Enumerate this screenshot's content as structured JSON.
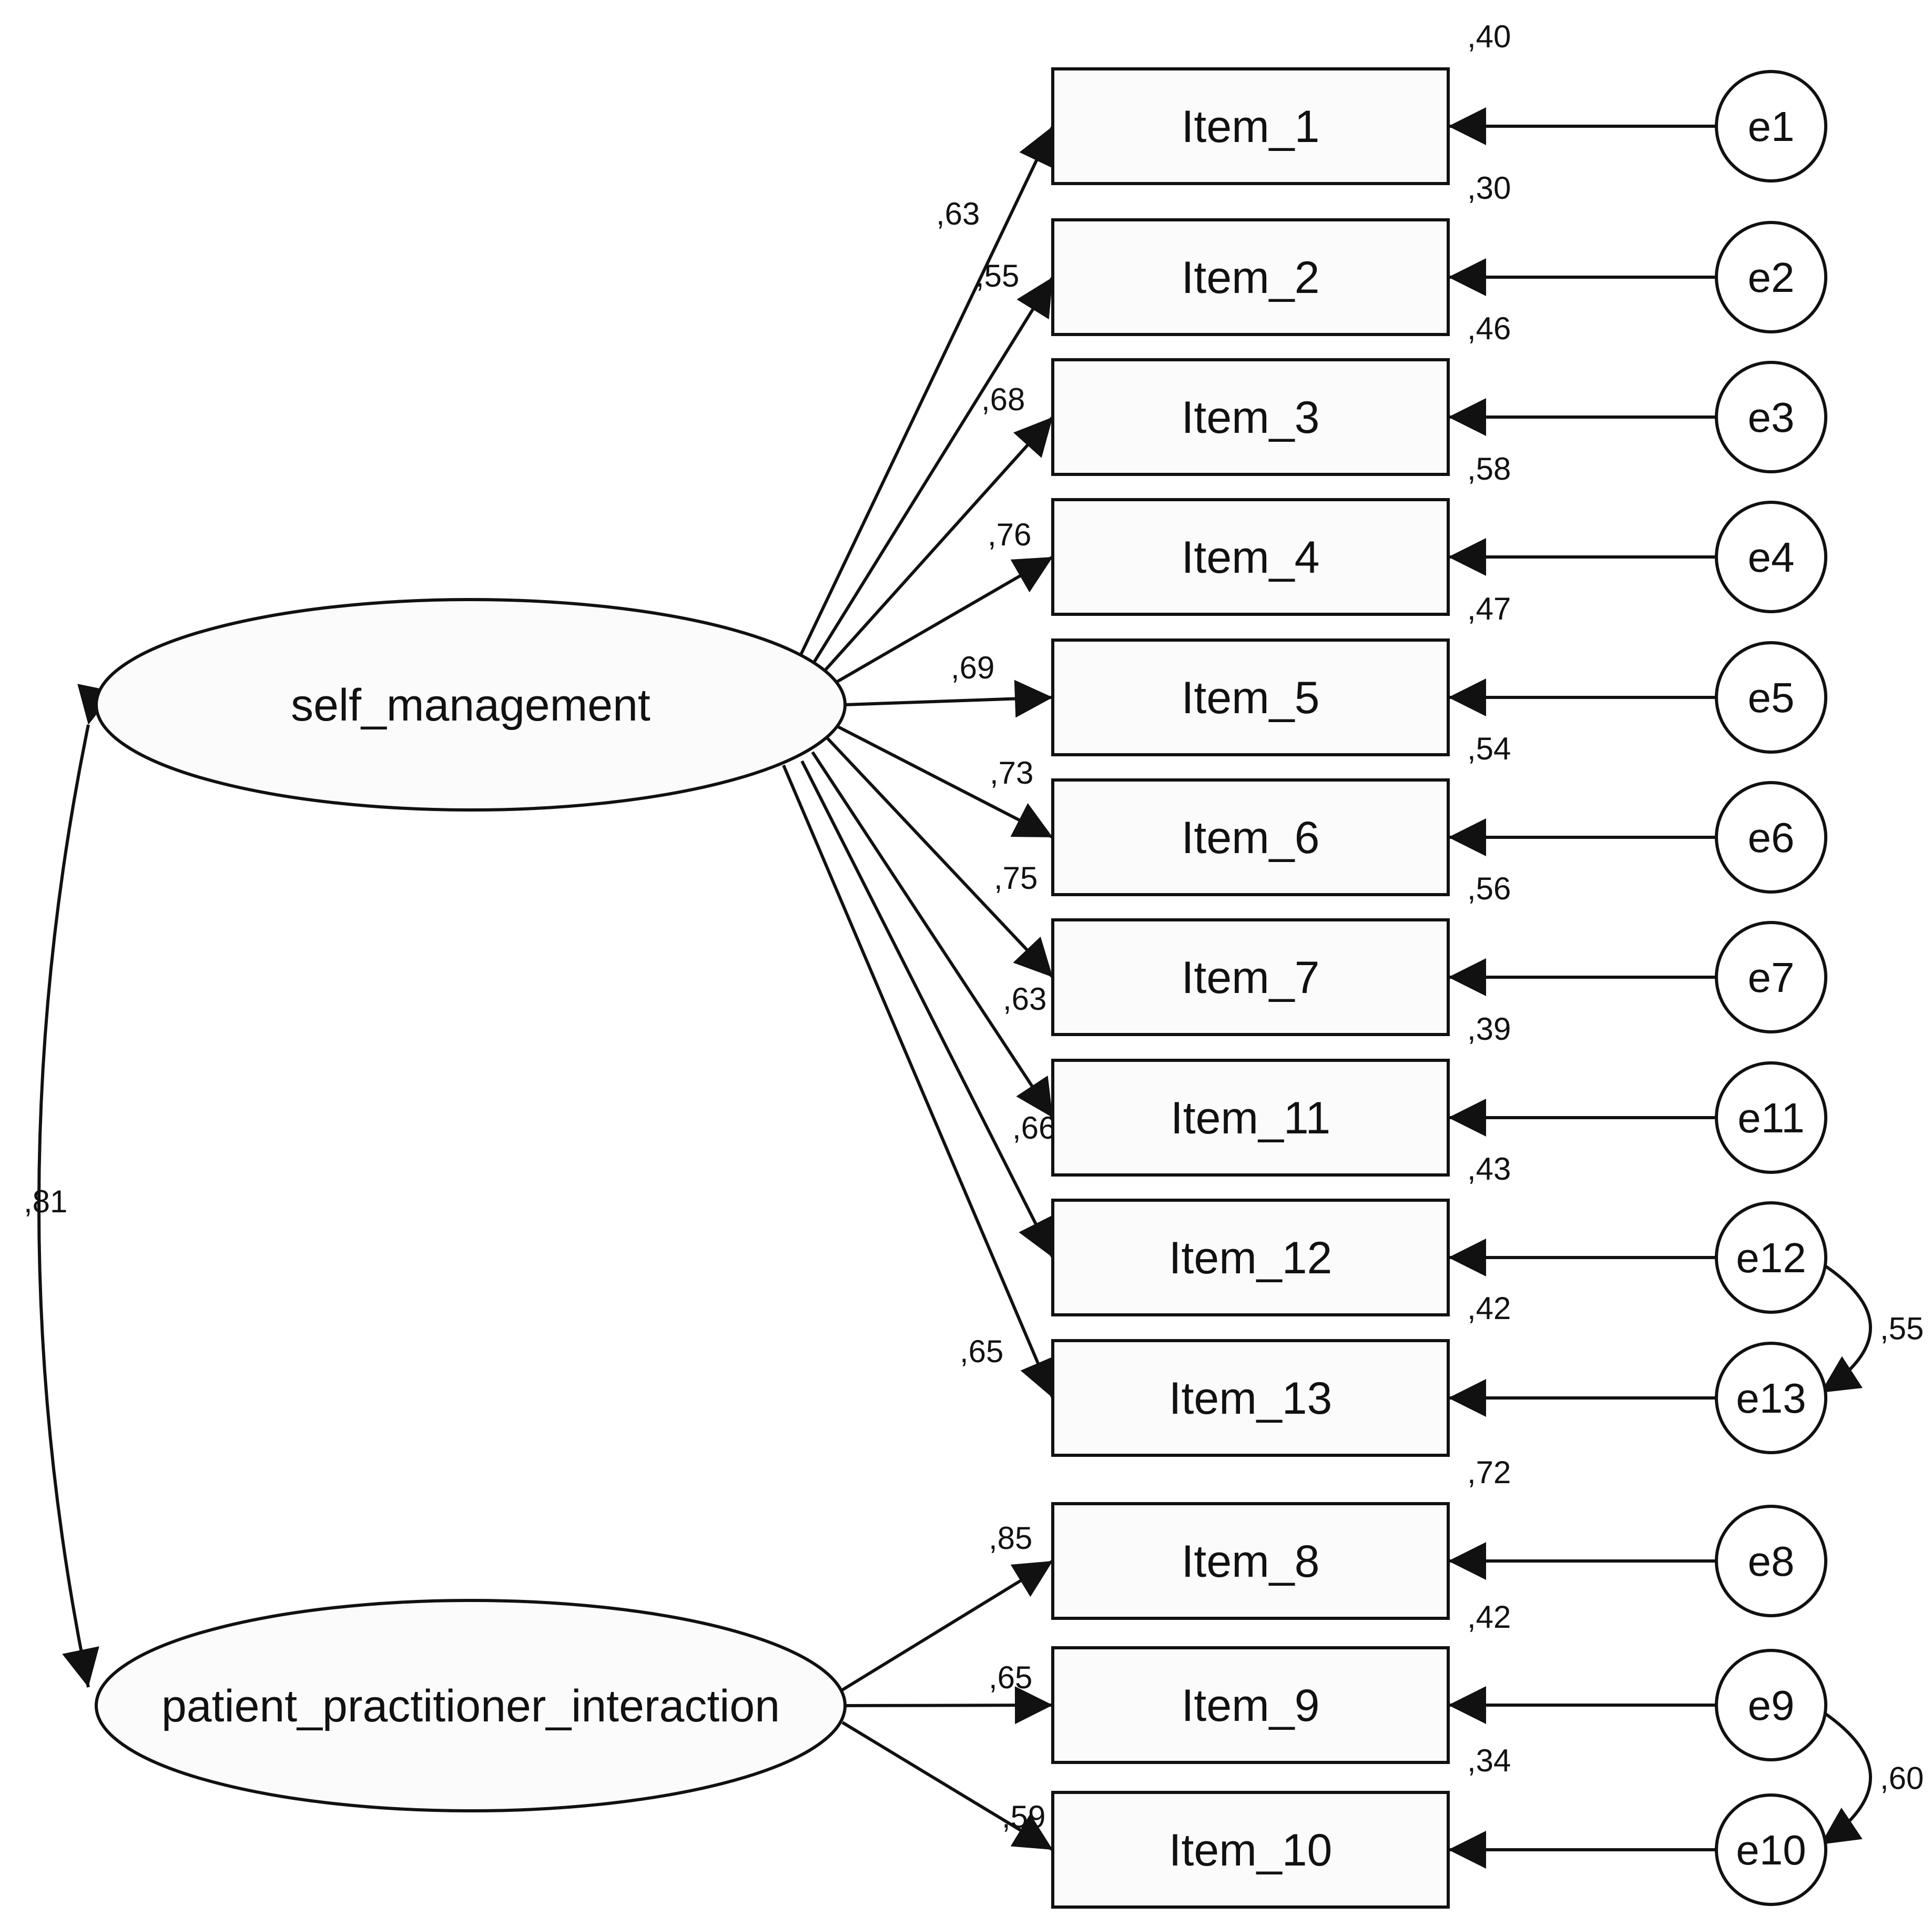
{
  "latents": [
    {
      "id": "sm",
      "label": "self_management"
    },
    {
      "id": "ppi",
      "label": "patient_practitioner_interaction"
    }
  ],
  "items": [
    {
      "label": "Item_1",
      "factor": "sm",
      "loading": ",63",
      "r2": ",40",
      "error": "e1"
    },
    {
      "label": "Item_2",
      "factor": "sm",
      "loading": ",55",
      "r2": ",30",
      "error": "e2"
    },
    {
      "label": "Item_3",
      "factor": "sm",
      "loading": ",68",
      "r2": ",46",
      "error": "e3"
    },
    {
      "label": "Item_4",
      "factor": "sm",
      "loading": ",76",
      "r2": ",58",
      "error": "e4"
    },
    {
      "label": "Item_5",
      "factor": "sm",
      "loading": ",69",
      "r2": ",47",
      "error": "e5"
    },
    {
      "label": "Item_6",
      "factor": "sm",
      "loading": ",73",
      "r2": ",54",
      "error": "e6"
    },
    {
      "label": "Item_7",
      "factor": "sm",
      "loading": ",75",
      "r2": ",56",
      "error": "e7"
    },
    {
      "label": "Item_11",
      "factor": "sm",
      "loading": ",63",
      "r2": ",39",
      "error": "e11"
    },
    {
      "label": "Item_12",
      "factor": "sm",
      "loading": ",66",
      "r2": ",43",
      "error": "e12"
    },
    {
      "label": "Item_13",
      "factor": "sm",
      "loading": ",65",
      "r2": ",42",
      "error": "e13"
    },
    {
      "label": "Item_8",
      "factor": "ppi",
      "loading": ",85",
      "r2": ",72",
      "error": "e8"
    },
    {
      "label": "Item_9",
      "factor": "ppi",
      "loading": ",65",
      "r2": ",42",
      "error": "e9"
    },
    {
      "label": "Item_10",
      "factor": "ppi",
      "loading": ",59",
      "r2": ",34",
      "error": "e10"
    }
  ],
  "factor_correlation": ",81",
  "error_covariances": [
    {
      "from": "e12",
      "to": "e13",
      "value": ",55"
    },
    {
      "from": "e9",
      "to": "e10",
      "value": ",60"
    }
  ]
}
